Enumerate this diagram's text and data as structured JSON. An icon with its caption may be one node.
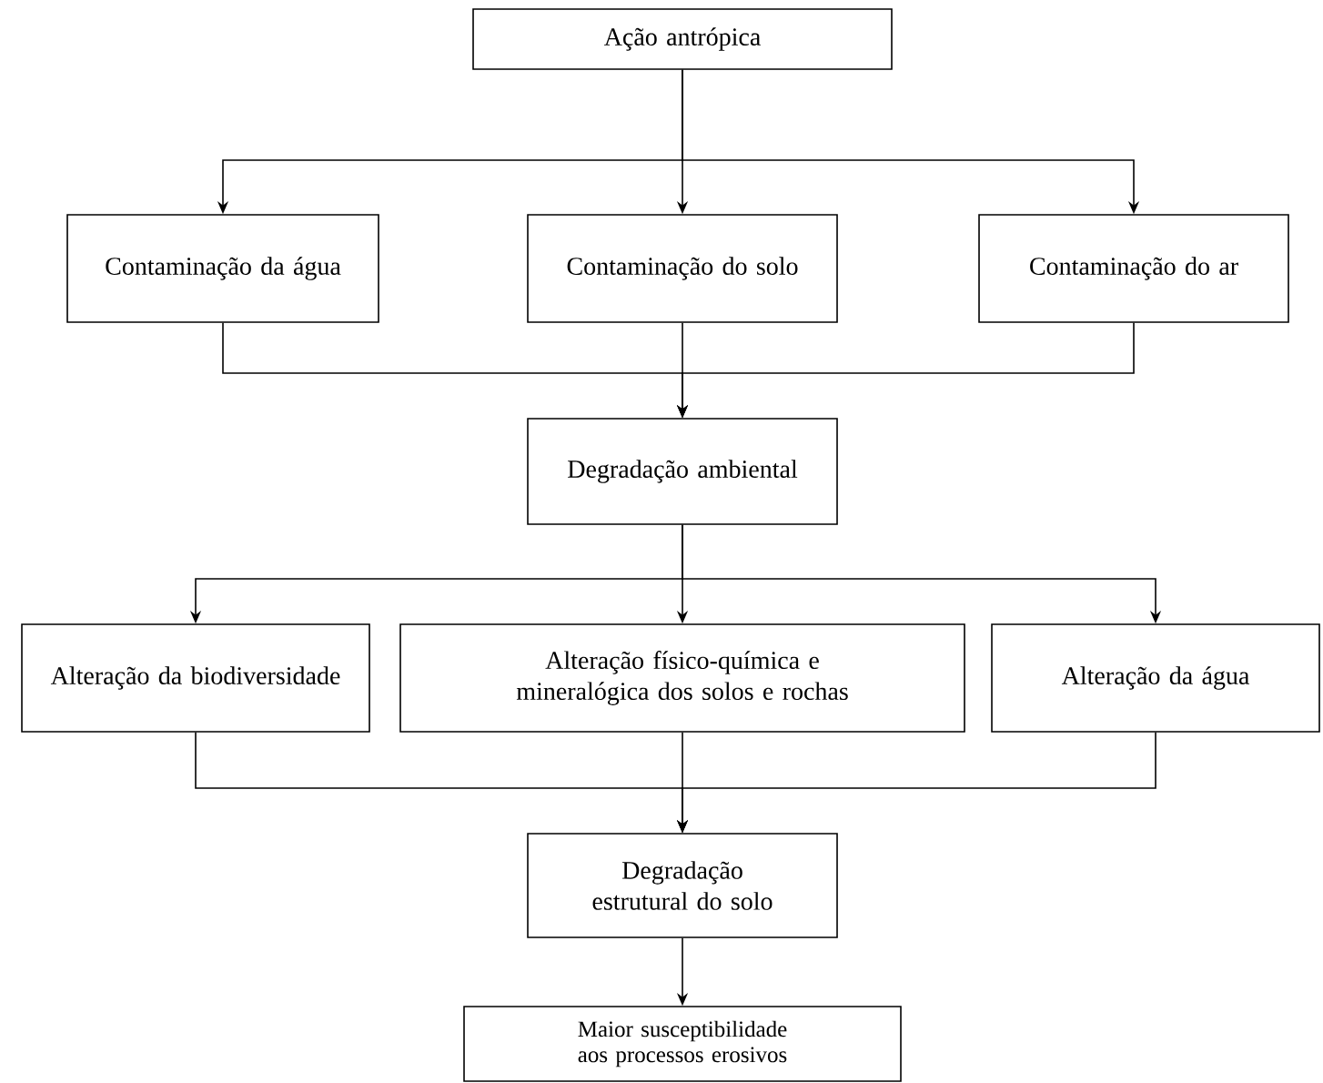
{
  "diagram": {
    "nodes": [
      {
        "text": [
          "Ação antrópica"
        ]
      },
      {
        "text": [
          "Contaminação da água"
        ]
      },
      {
        "text": [
          "Contaminação do solo"
        ]
      },
      {
        "text": [
          "Contaminação do ar"
        ]
      },
      {
        "text": [
          "Degradação ambiental"
        ]
      },
      {
        "text": [
          "Alteração da biodiversidade"
        ]
      },
      {
        "text": [
          "Alteração físico-química e mineralógica dos solos e rochas"
        ]
      },
      {
        "text": [
          "Alteração da água"
        ]
      },
      {
        "text": [
          "Degradação estrutural do solo"
        ]
      },
      {
        "text": [
          "Maior susceptibilidade aos processos erosivos"
        ]
      }
    ],
    "edges": [
      {
        "from": 0,
        "to": 1,
        "arrow": "to"
      },
      {
        "from": 0,
        "to": 2,
        "arrow": "to"
      },
      {
        "from": 0,
        "to": 3,
        "arrow": "to"
      },
      {
        "from": 1,
        "to": 4,
        "arrow": "to"
      },
      {
        "from": 2,
        "to": 4,
        "arrow": "to"
      },
      {
        "from": 3,
        "to": 4,
        "arrow": "to"
      },
      {
        "from": 4,
        "to": 5,
        "arrow": "to"
      },
      {
        "from": 4,
        "to": 6,
        "arrow": "to"
      },
      {
        "from": 4,
        "to": 7,
        "arrow": "to"
      },
      {
        "from": 5,
        "to": 8,
        "arrow": "to"
      },
      {
        "from": 6,
        "to": 8,
        "arrow": "to"
      },
      {
        "from": 7,
        "to": 8,
        "arrow": "to"
      },
      {
        "from": 8,
        "to": 9,
        "arrow": "to"
      }
    ]
  }
}
